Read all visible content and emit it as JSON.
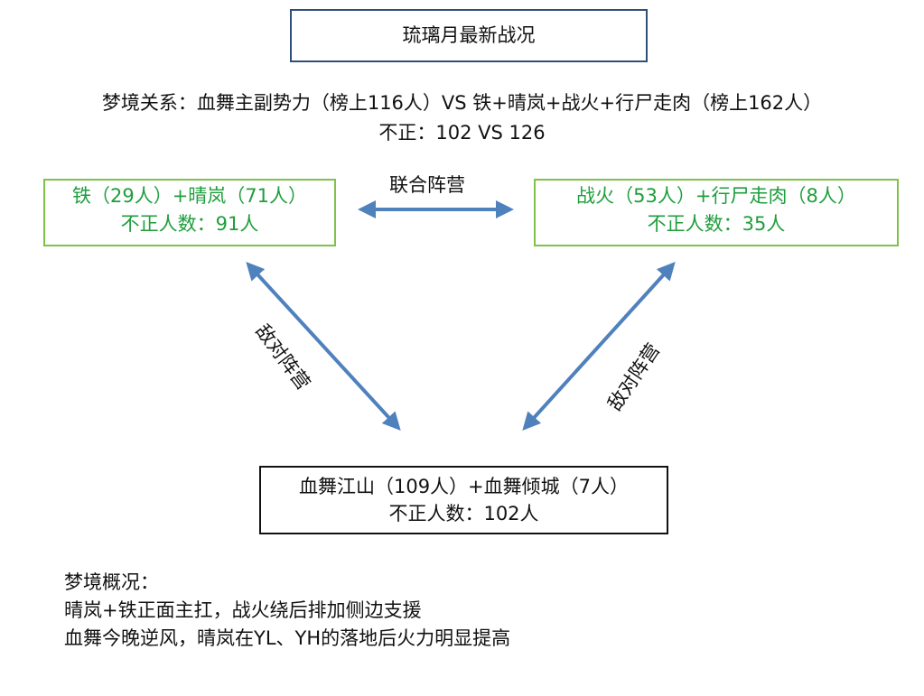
{
  "title": "琉璃月最新战况",
  "relation": {
    "line1": "梦境关系：血舞主副势力（榜上116人）VS 铁+晴岚+战火+行尸走肉（榜上162人）",
    "line2": "不正：102  VS   126"
  },
  "alliance_label": "联合阵营",
  "enemy_label": "敌对阵营",
  "left_group": {
    "line1": "铁（29人）+晴岚（71人）",
    "line2": "不正人数：91人"
  },
  "right_group": {
    "line1": "战火（53人）+行尸走肉（8人）",
    "line2": "不正人数：35人"
  },
  "bottom_group": {
    "line1": "血舞江山（109人）+血舞倾城（7人）",
    "line2": "不正人数：102人"
  },
  "overview": {
    "heading": "梦境概况：",
    "line1": "晴岚+铁正面主扛，战火绕后排加侧边支援",
    "line2": "血舞今晚逆风，晴岚在YL、YH的落地后火力明显提高"
  },
  "colors": {
    "arrow": "#4f81bd",
    "group_border": "#7fc24a",
    "group_text": "#1e9e3c",
    "title_border": "#2f4f7a"
  }
}
